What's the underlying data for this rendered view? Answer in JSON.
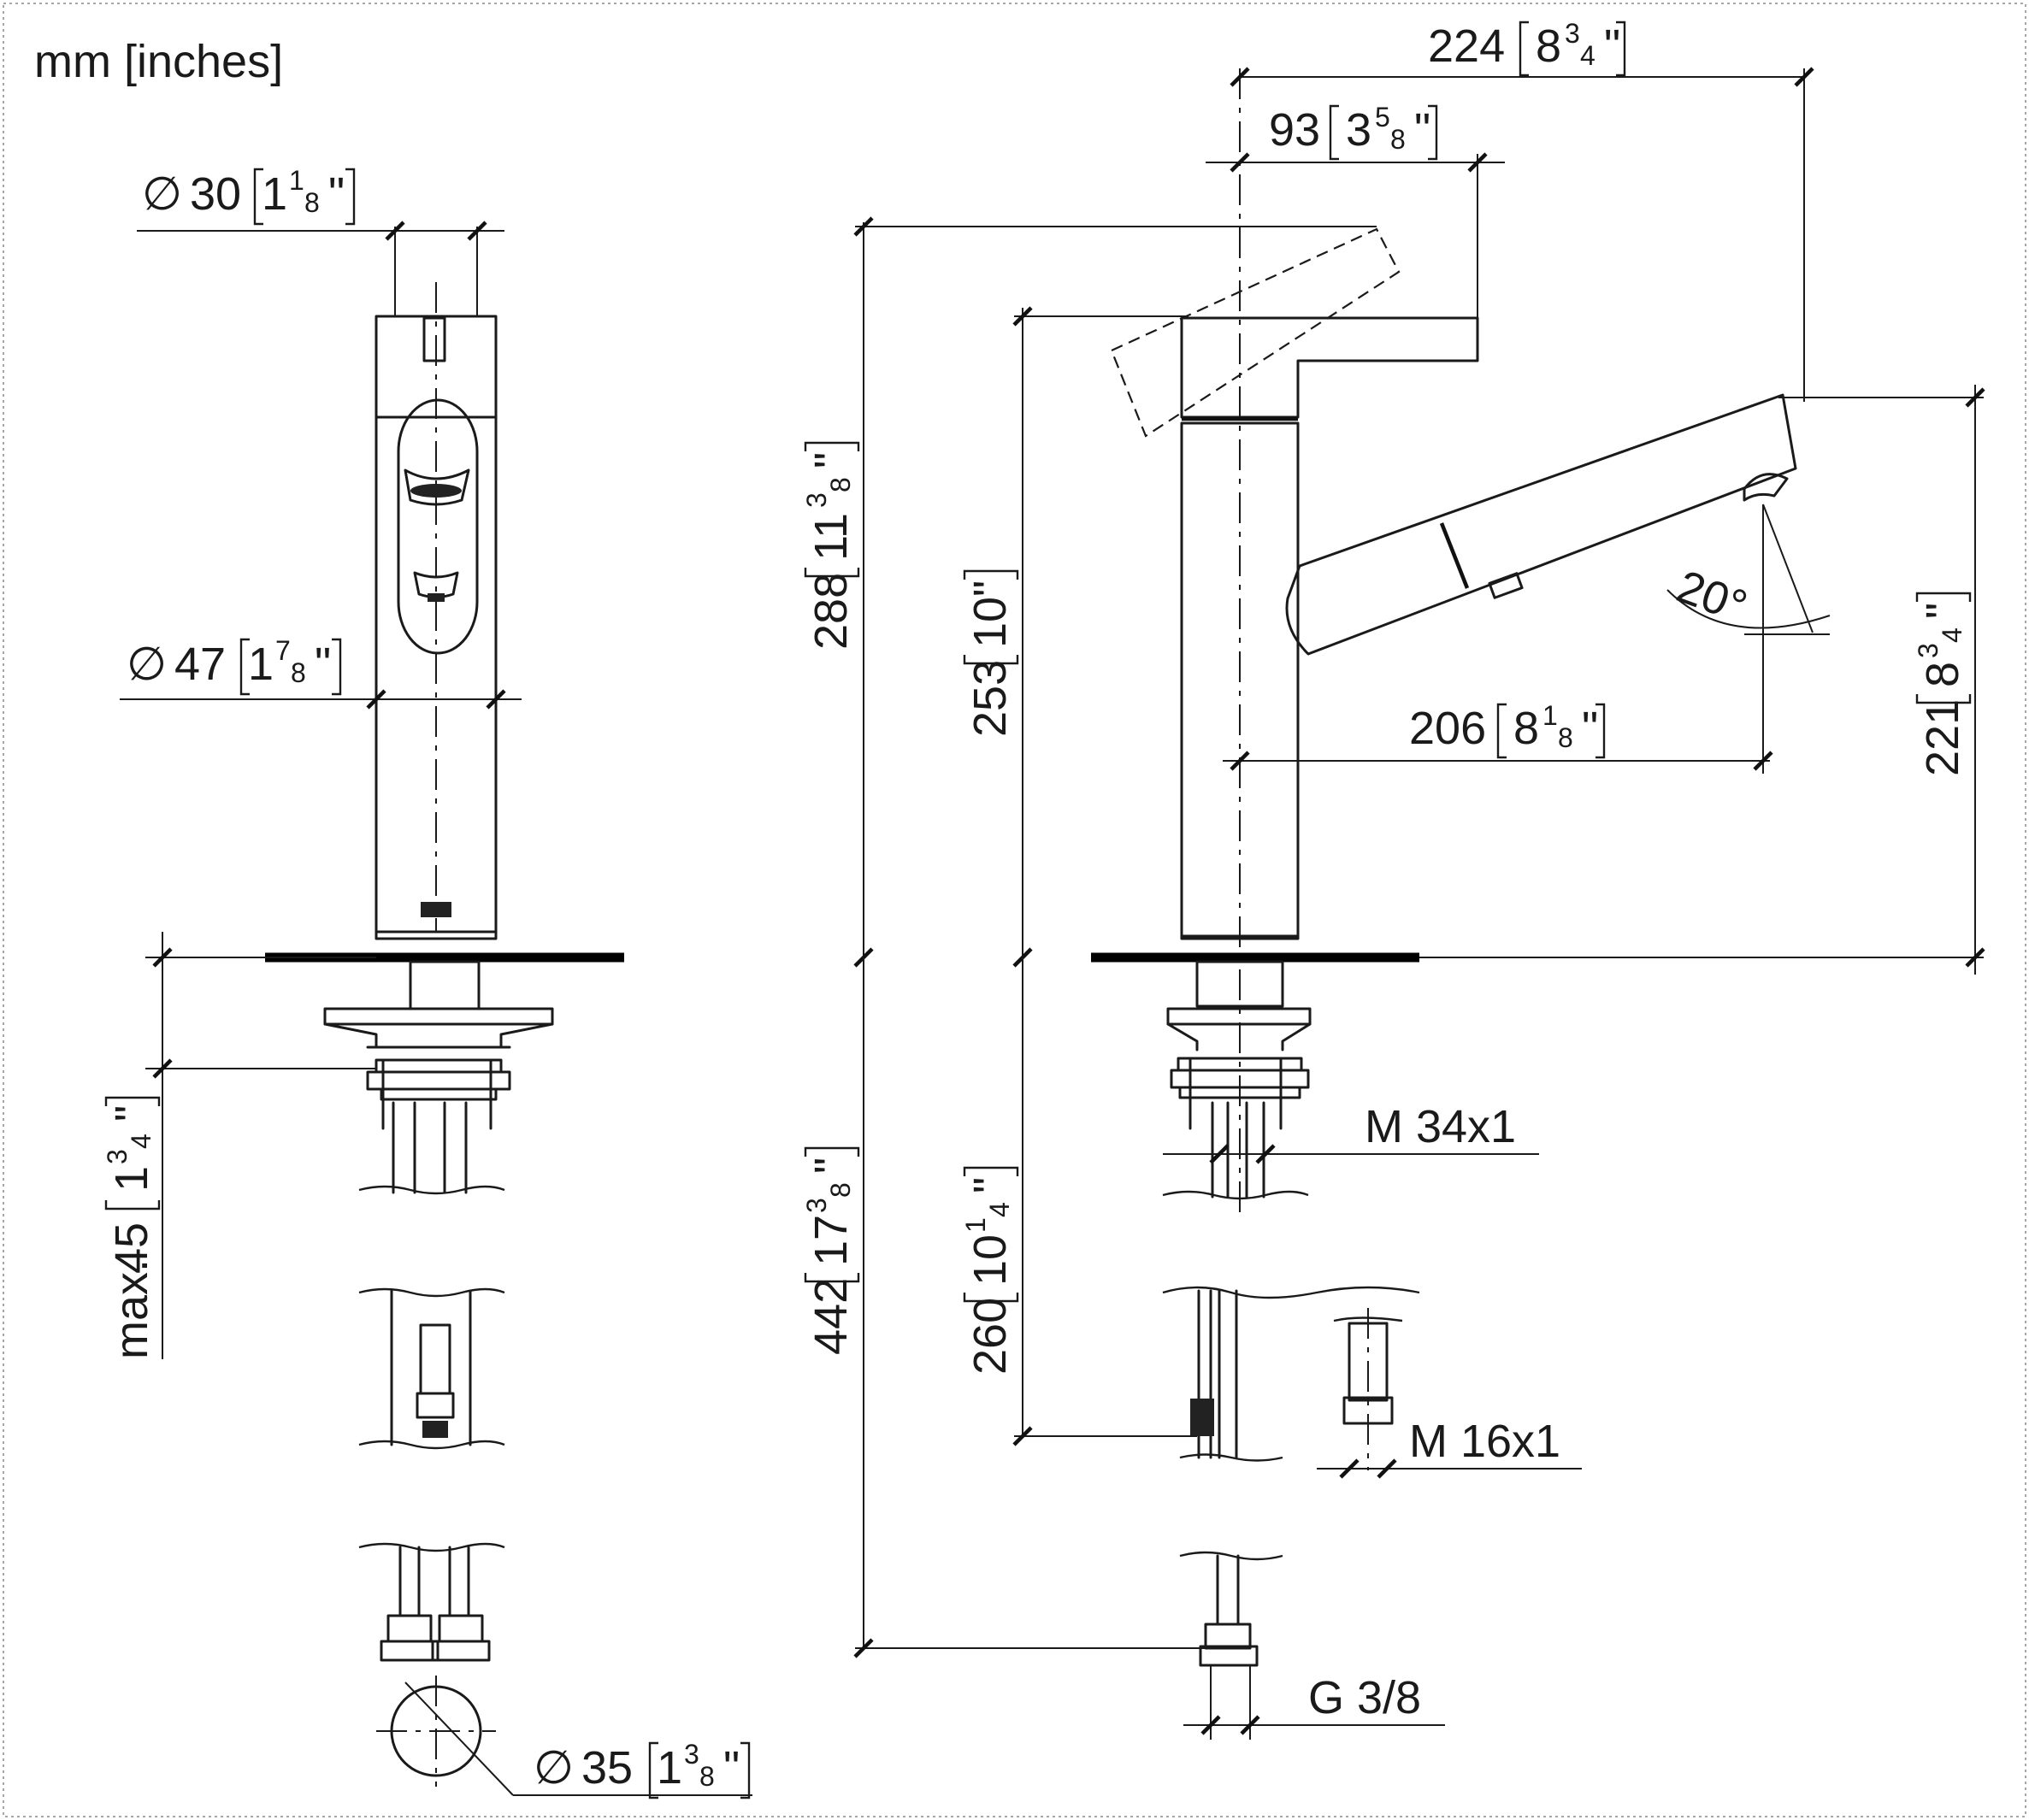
{
  "units_label": "mm [inches]",
  "front_view": {
    "dia_top": {
      "sym": "∅",
      "mm": "30",
      "in_whole": "1",
      "in_num": "1",
      "in_den": "8",
      "in_mark": "\""
    },
    "dia_body": {
      "sym": "∅",
      "mm": "47",
      "in_whole": "1",
      "in_num": "7",
      "in_den": "8",
      "in_mark": "\""
    },
    "max_thickness": {
      "prefix": "max.",
      "mm": "45",
      "in_whole": "1",
      "in_num": "3",
      "in_den": "4",
      "in_mark": "\""
    },
    "hole_dia": {
      "sym": "∅",
      "mm": "35",
      "in_whole": "1",
      "in_num": "3",
      "in_den": "8",
      "in_mark": "\""
    }
  },
  "side_view": {
    "overall_reach": {
      "mm": "224",
      "in_whole": "8",
      "in_num": "3",
      "in_den": "4",
      "in_mark": "\""
    },
    "lever_reach": {
      "mm": "93",
      "in_whole": "3",
      "in_num": "5",
      "in_den": "8",
      "in_mark": "\""
    },
    "total_height": {
      "mm": "288",
      "in_whole": "11",
      "in_num": "3",
      "in_den": "8",
      "in_mark": "\""
    },
    "body_height": {
      "mm": "253",
      "in_whole": "10",
      "in_mark": "\""
    },
    "spout_reach": {
      "mm": "206",
      "in_whole": "8",
      "in_num": "1",
      "in_den": "8",
      "in_mark": "\""
    },
    "spout_height": {
      "mm": "221",
      "in_whole": "8",
      "in_num": "3",
      "in_den": "4",
      "in_mark": "\""
    },
    "spout_angle": "20°",
    "hose_length": {
      "mm": "442",
      "in_whole": "17",
      "in_num": "3",
      "in_den": "8",
      "in_mark": "\""
    },
    "connector_length": {
      "mm": "260",
      "in_whole": "10",
      "in_num": "1",
      "in_den": "4",
      "in_mark": "\""
    },
    "thread_shank": "M 34x1",
    "thread_hose": "M 16x1",
    "thread_supply": "G 3/8"
  }
}
